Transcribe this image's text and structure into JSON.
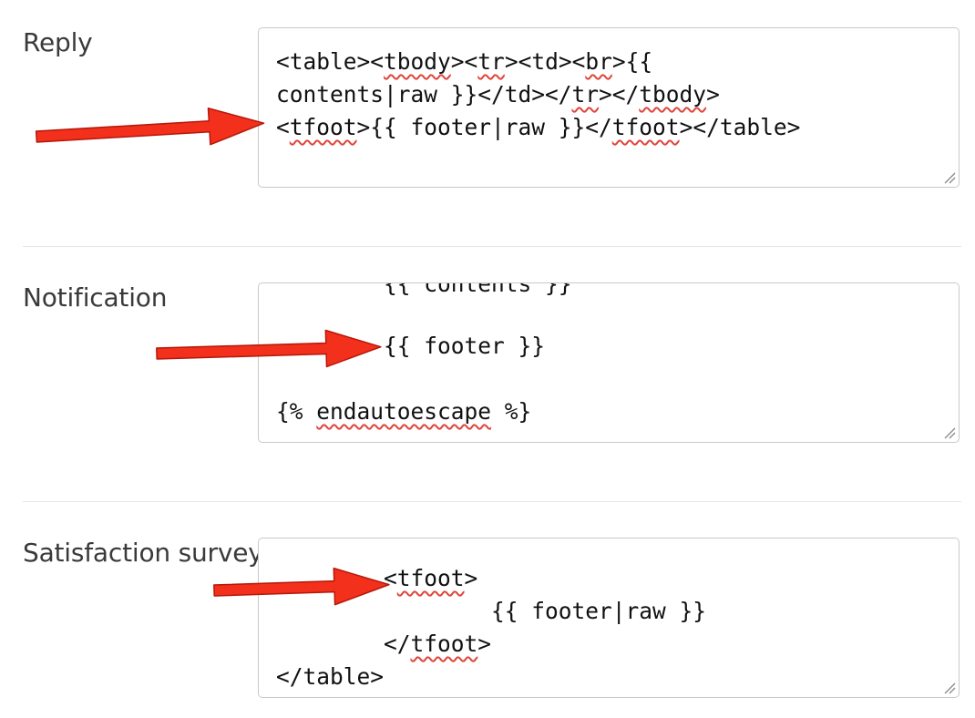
{
  "colors": {
    "arrow": "#f2301c",
    "arrow_stroke": "#b5180a",
    "spell_underline": "#e0453a"
  },
  "reply": {
    "label": "Reply",
    "lines": [
      [
        "<table><",
        {
          "spell": "tbody"
        },
        "><",
        {
          "spell": "tr"
        },
        "><td><",
        {
          "spell": "br"
        },
        ">{{"
      ],
      [
        "contents|raw }}</td></",
        {
          "spell": "tr"
        },
        "></",
        {
          "spell": "tbody"
        },
        ">"
      ],
      [
        "<",
        {
          "spell": "tfoot"
        },
        ">{{ footer|raw }}</",
        {
          "spell": "tfoot"
        },
        "></table>"
      ]
    ]
  },
  "notification": {
    "label": "Notification",
    "lines": [
      [
        "        {{ contents }}"
      ],
      [
        ""
      ],
      [
        "        {{ footer }}"
      ],
      [
        ""
      ],
      [
        "{% ",
        {
          "spell": "endautoescape"
        },
        " %}"
      ]
    ]
  },
  "survey": {
    "label": "Satisfaction survey",
    "lines": [
      [
        "        <",
        {
          "spell": "tfoot"
        },
        ">"
      ],
      [
        "                {{ footer|raw }}"
      ],
      [
        "        </",
        {
          "spell": "tfoot"
        },
        ">"
      ],
      [
        "</table>"
      ]
    ]
  }
}
